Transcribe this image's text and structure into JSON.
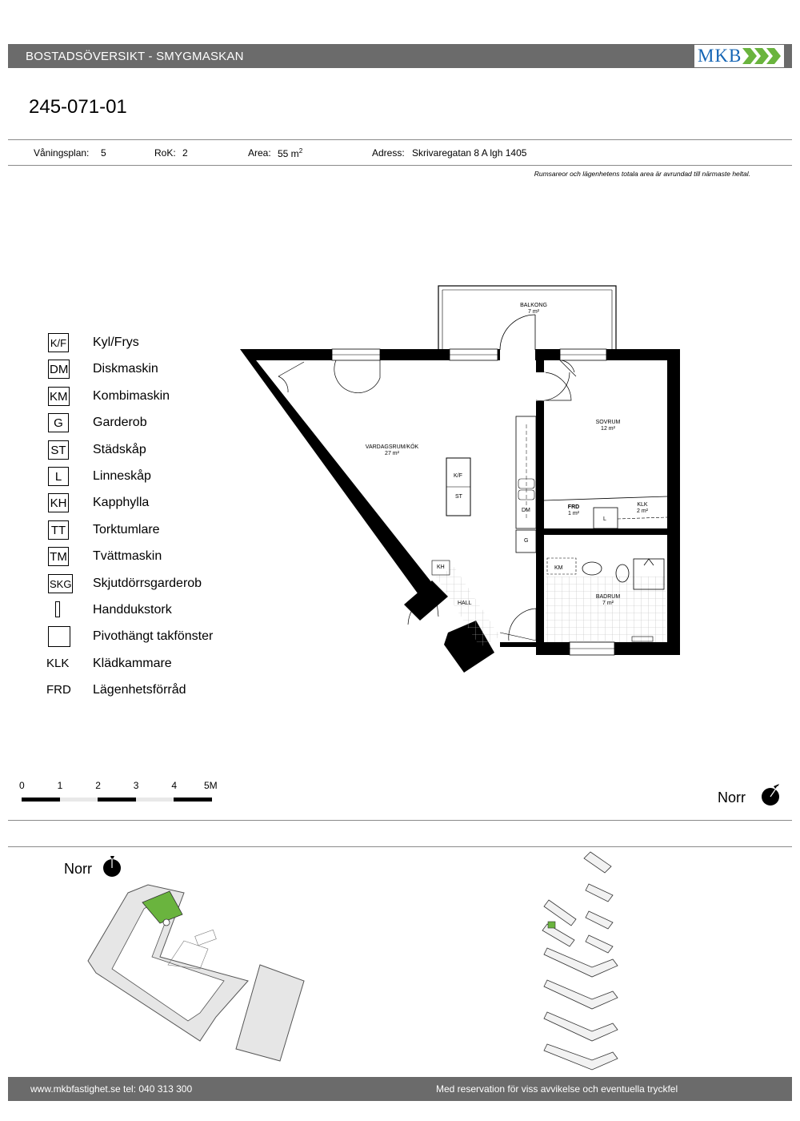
{
  "header": {
    "title": "BOSTADSÖVERSIKT - SMYGMASKAN",
    "logo_text": "MKB",
    "brand_color": "#1565b5",
    "accent_color": "#6ab43e"
  },
  "unit_id": "245-071-01",
  "meta": {
    "floor_label": "Våningsplan:",
    "floor_value": "5",
    "rok_label": "RoK:",
    "rok_value": "2",
    "area_label": "Area:",
    "area_value": "55 m",
    "area_sup": "2",
    "address_label": "Adress:",
    "address_value": "Skrivaregatan 8 A lgh 1405"
  },
  "note": "Rumsareor och lägenhetens totala area är avrundad till närmaste heltal.",
  "legend": [
    {
      "code": "K/F",
      "label": "Kyl/Frys",
      "style": "box"
    },
    {
      "code": "DM",
      "label": "Diskmaskin",
      "style": "box"
    },
    {
      "code": "KM",
      "label": "Kombimaskin",
      "style": "box"
    },
    {
      "code": "G",
      "label": "Garderob",
      "style": "box"
    },
    {
      "code": "ST",
      "label": "Städskåp",
      "style": "box"
    },
    {
      "code": "L",
      "label": "Linneskåp",
      "style": "box"
    },
    {
      "code": "KH",
      "label": "Kapphylla",
      "style": "box"
    },
    {
      "code": "TT",
      "label": "Torktumlare",
      "style": "box"
    },
    {
      "code": "TM",
      "label": "Tvättmaskin",
      "style": "box"
    },
    {
      "code": "SKG",
      "label": "Skjutdörrsgarderob",
      "style": "box"
    },
    {
      "code": "",
      "label": "Handdukstork",
      "style": "towel"
    },
    {
      "code": "",
      "label": "Pivothängt takfönster",
      "style": "square"
    },
    {
      "code": "KLK",
      "label": "Klädkammare",
      "style": "plain"
    },
    {
      "code": "FRD",
      "label": "Lägenhetsförråd",
      "style": "plain"
    }
  ],
  "plan": {
    "balkong": "BALKONG",
    "balkong_area": "7 m²",
    "vardagsrum": "VARDAGSRUM/KÖK",
    "vardagsrum_area": "27 m²",
    "sovrum": "SOVRUM",
    "sovrum_area": "12 m²",
    "frd": "FRD",
    "frd_area": "1 m²",
    "klk": "KLK",
    "klk_area": "2 m²",
    "badrum": "BADRUM",
    "badrum_area": "7 m²",
    "hall": "HALL",
    "kf": "K/F",
    "st": "ST",
    "dm": "DM",
    "g": "G",
    "l": "L",
    "km": "KM",
    "kh": "KH"
  },
  "scale": {
    "ticks": [
      "0",
      "1",
      "2",
      "3",
      "4",
      "5M"
    ]
  },
  "north_label": "Norr",
  "footer": {
    "left": "www.mkbfastighet.se tel: 040 313 300",
    "right": "Med reservation för viss avvikelse och eventuella tryckfel"
  }
}
